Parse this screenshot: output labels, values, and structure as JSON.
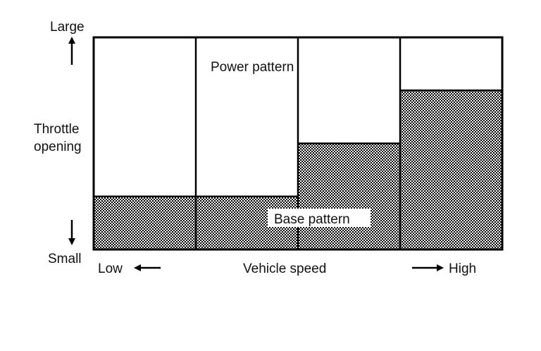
{
  "chart_data": {
    "type": "area",
    "y_axis": {
      "label_lines": [
        "Throttle",
        "opening"
      ],
      "top_label": "Large",
      "bottom_label": "Small"
    },
    "x_axis": {
      "label": "Vehicle speed",
      "left_label": "Low",
      "right_label": "High"
    },
    "regions": {
      "upper_label": "Power pattern",
      "lower_label": "Base pattern"
    },
    "columns": 4,
    "base_pattern_levels": [
      0.25,
      0.25,
      0.5,
      0.75
    ],
    "colors": {
      "line": "#000000",
      "hatch_dark": "#000000",
      "hatch_light": "#ffffff",
      "background": "#ffffff"
    }
  }
}
